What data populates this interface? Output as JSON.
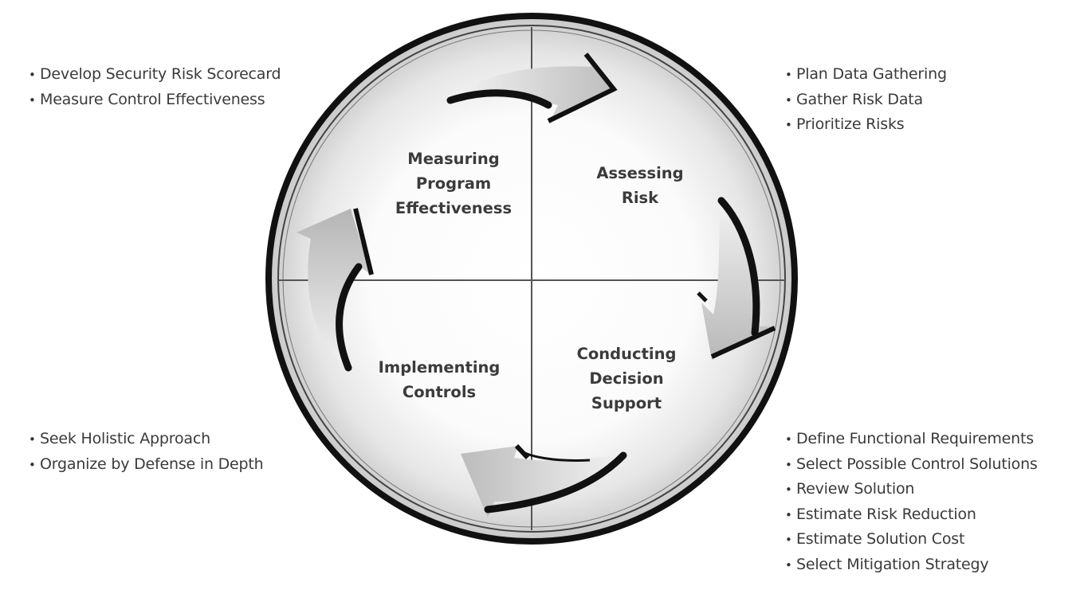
{
  "diagram": {
    "title": "",
    "stages": [
      {
        "id": "measuring",
        "label_lines": [
          "Measuring",
          "Program",
          "Effectiveness"
        ]
      },
      {
        "id": "assessing",
        "label_lines": [
          "Assessing",
          "Risk"
        ]
      },
      {
        "id": "decision",
        "label_lines": [
          "Conducting",
          "Decision",
          "Support"
        ]
      },
      {
        "id": "implementing",
        "label_lines": [
          "Implementing",
          "Controls"
        ]
      }
    ],
    "callouts": {
      "top_left": [
        "Develop Security Risk Scorecard",
        "Measure Control Effectiveness"
      ],
      "top_right": [
        "Plan Data Gathering",
        "Gather Risk Data",
        "Prioritize Risks"
      ],
      "bottom_right": [
        "Define Functional Requirements",
        "Select Possible Control Solutions",
        "Review Solution",
        "Estimate Risk Reduction",
        "Estimate Solution Cost",
        "Select Mitigation Strategy"
      ],
      "bottom_left": [
        "Seek Holistic Approach",
        "Organize by Defense in Depth"
      ]
    },
    "bullet": "•",
    "flow_direction": "clockwise",
    "colors": {
      "ring": "#111111",
      "arrow_fill": "#c8c8c8",
      "arrow_edge": "#111111",
      "text": "#3a3a3a"
    }
  }
}
